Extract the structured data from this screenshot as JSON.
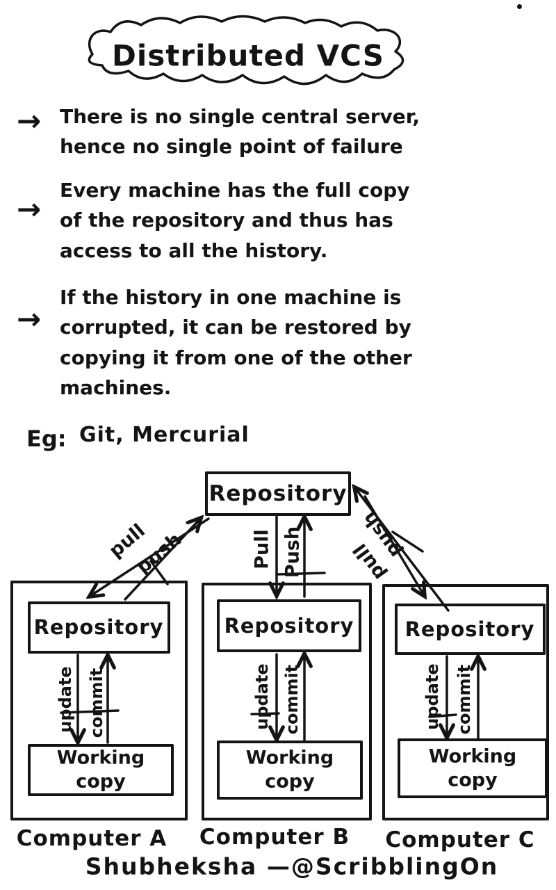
{
  "title": "Distributed VCS",
  "bullets": [
    {
      "text": "There is no single central server, hence no single point of failure"
    },
    {
      "text": "Every machine has the full copy of the repository and thus has access to all the history."
    },
    {
      "text": "If the history in one machine is corrupted, it can be restored by copying it from one of the other machines."
    }
  ],
  "example": {
    "label": "Eg:",
    "text": "Git, Mercurial"
  },
  "diagram": {
    "central_repository": "Repository",
    "connections": {
      "computer_a": {
        "pull": "pull",
        "push": "push"
      },
      "computer_b": {
        "pull": "Pull",
        "push": "Push"
      },
      "computer_c": {
        "push": "push",
        "pull": "pull"
      }
    },
    "computers": [
      {
        "name": "Computer A",
        "repository": "Repository",
        "working_copy": "Working copy",
        "update": "update",
        "commit": "commit"
      },
      {
        "name": "Computer B",
        "repository": "Repository",
        "working_copy": "Working copy",
        "update": "update",
        "commit": "commit"
      },
      {
        "name": "Computer C",
        "repository": "Repository",
        "working_copy": "Working copy",
        "update": "update",
        "commit": "commit"
      }
    ]
  },
  "signature": "Shubheksha —@ScribblingOn",
  "colors": {
    "ink": "#141414",
    "background": "#ffffff"
  }
}
